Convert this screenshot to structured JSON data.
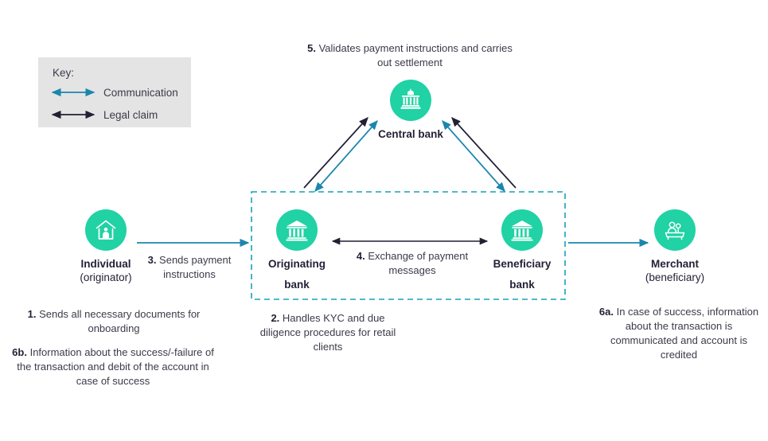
{
  "diagram": {
    "title": "Retail payment flow between individual, banks, central bank and merchant",
    "colors": {
      "teal": "#20d2a4",
      "communication_arrow": "#1b86ad",
      "legal_claim_arrow": "#231f35",
      "legend_background": "#e4e4e4",
      "text": "#231f35",
      "note_text": "#3b3b4a",
      "dashed_box": "#17a2b8"
    }
  },
  "legend": {
    "title": "Key:",
    "items": [
      {
        "label": "Communication",
        "color": "#1b86ad",
        "arrow": "double-headed",
        "icon": "communication-arrow-icon"
      },
      {
        "label": "Legal claim",
        "color": "#231f35",
        "arrow": "double-headed",
        "icon": "legal-claim-arrow-icon"
      }
    ]
  },
  "nodes": [
    {
      "id": "central-bank",
      "label": "Central bank",
      "sub": "",
      "icon": "central-bank-icon"
    },
    {
      "id": "individual",
      "label": "Individual",
      "sub": "(originator)",
      "icon": "individual-house-icon"
    },
    {
      "id": "originating-bank",
      "label": "Originating",
      "label2": "bank",
      "sub": "",
      "icon": "bank-icon"
    },
    {
      "id": "beneficiary-bank",
      "label": "Beneficiary",
      "label2": "bank",
      "sub": "",
      "icon": "bank-icon"
    },
    {
      "id": "merchant",
      "label": "Merchant",
      "sub": "(beneficiary)",
      "icon": "merchant-shop-icon"
    }
  ],
  "notes": {
    "step5": {
      "number": "5.",
      "text": " Validates payment instructions and carries out settlement"
    },
    "step3": {
      "number": "3.",
      "text": " Sends payment instructions"
    },
    "step4": {
      "number": "4.",
      "text": " Exchange of payment messages"
    },
    "step1": {
      "number": "1.",
      "text": " Sends all necessary documents for onboarding"
    },
    "step6b": {
      "number": "6b.",
      "text": " Information about the success/-failure of the transaction and debit of the account in case of success"
    },
    "step2": {
      "number": "2.",
      "text": " Handles KYC and due diligence procedures for retail clients"
    },
    "step6a": {
      "number": "6a.",
      "text": " In case of success, information about the transaction is communicated and account is credited"
    }
  },
  "connectors": [
    {
      "id": "individual-to-originating",
      "type": "communication",
      "direction": "right",
      "from": "individual",
      "to": "originating-bank"
    },
    {
      "id": "originating-to-central-communication",
      "type": "communication",
      "direction": "both",
      "from": "originating-bank",
      "to": "central-bank"
    },
    {
      "id": "originating-to-central-legal",
      "type": "legal-claim",
      "direction": "up",
      "from": "originating-bank",
      "to": "central-bank"
    },
    {
      "id": "beneficiary-to-central-communication",
      "type": "communication",
      "direction": "both",
      "from": "beneficiary-bank",
      "to": "central-bank"
    },
    {
      "id": "beneficiary-to-central-legal",
      "type": "legal-claim",
      "direction": "up",
      "from": "beneficiary-bank",
      "to": "central-bank"
    },
    {
      "id": "originating-to-beneficiary",
      "type": "legal-claim",
      "direction": "both",
      "from": "originating-bank",
      "to": "beneficiary-bank"
    },
    {
      "id": "beneficiary-to-merchant",
      "type": "communication",
      "direction": "right",
      "from": "beneficiary-bank",
      "to": "merchant"
    }
  ],
  "boundary_box": {
    "id": "interbank-boundary",
    "style": "dashed",
    "color": "#17a2b8"
  }
}
